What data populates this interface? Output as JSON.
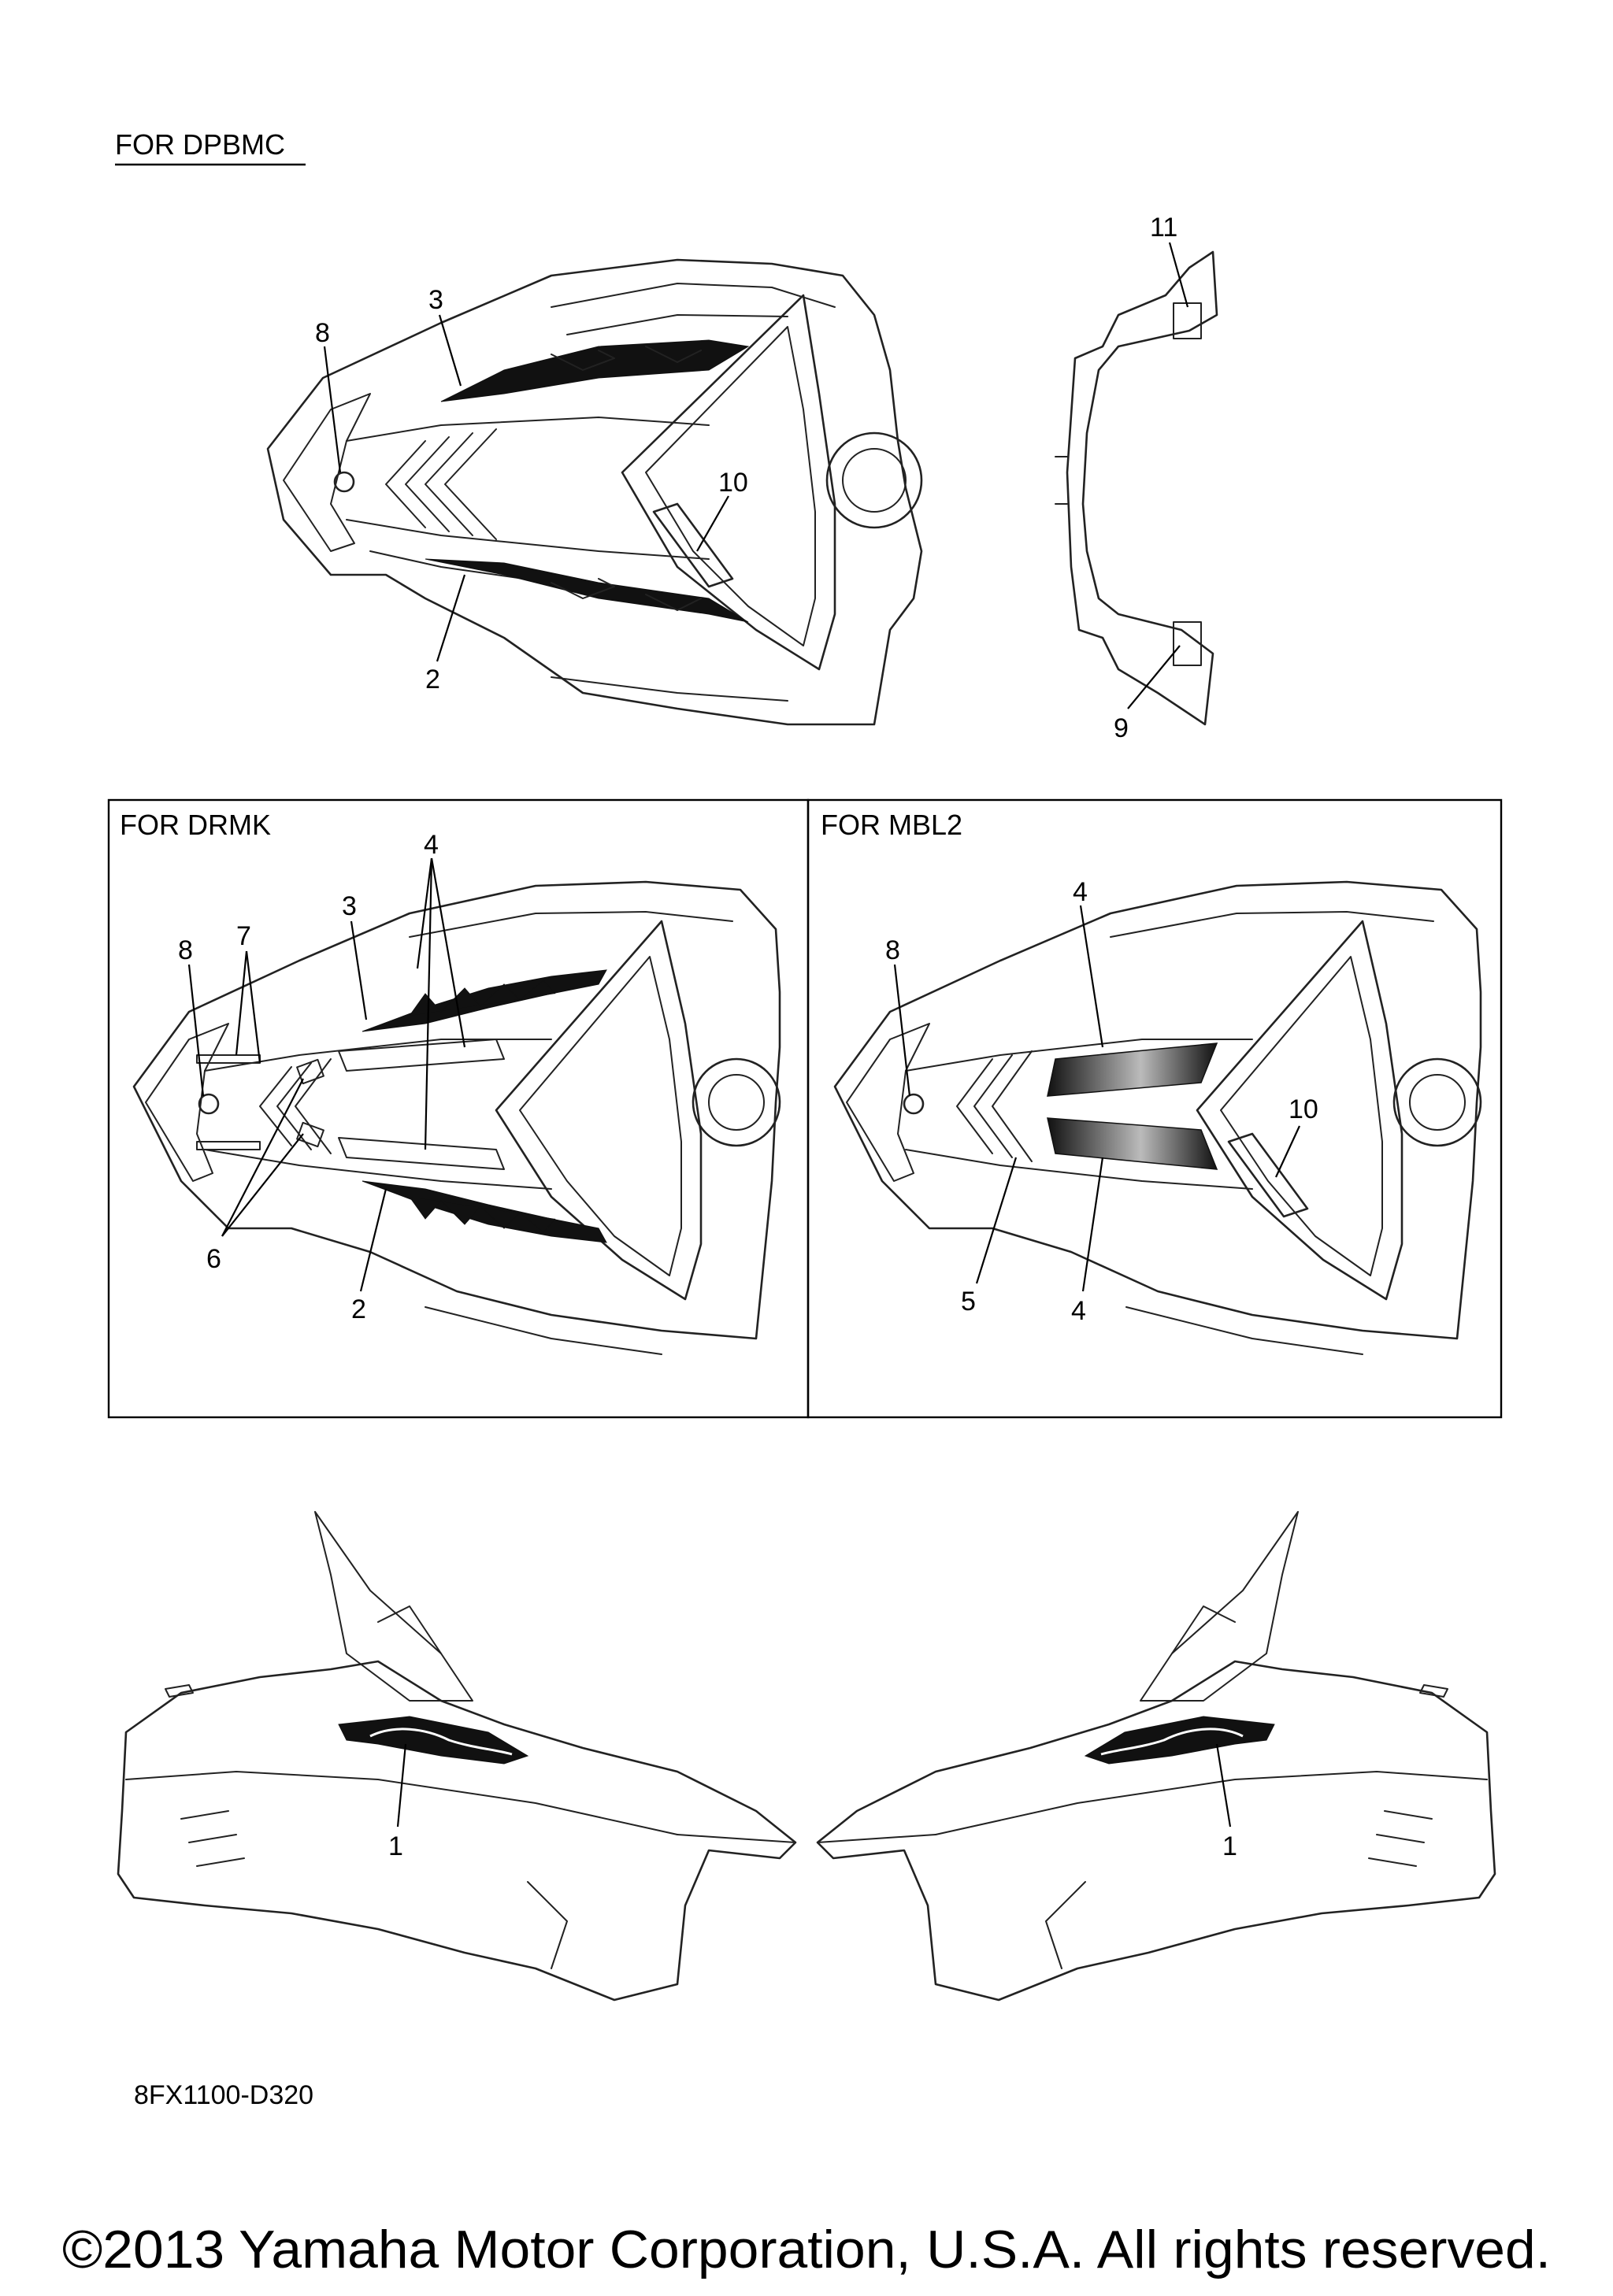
{
  "sections": {
    "top_header": "FOR DPBMC",
    "box_left_header": "FOR DRMK",
    "box_right_header": "FOR MBL2"
  },
  "callouts": {
    "top": [
      "11",
      "3",
      "8",
      "10",
      "2",
      "9"
    ],
    "drmk": [
      "4",
      "3",
      "7",
      "8",
      "6",
      "2"
    ],
    "mbl2": [
      "4",
      "8",
      "10",
      "5",
      "4"
    ],
    "sides": [
      "1",
      "1"
    ]
  },
  "diagram_code": "8FX1100-D320",
  "copyright": "©2013 Yamaha Motor Corporation, U.S.A. All rights reserved.",
  "colors": {
    "line": "#222222",
    "decal": "#111111",
    "background": "#ffffff"
  }
}
